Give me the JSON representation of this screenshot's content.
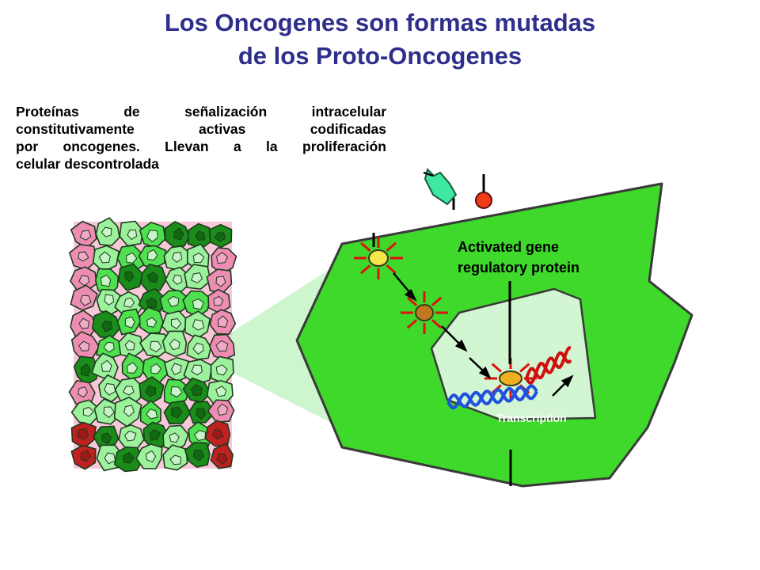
{
  "title": {
    "line1": "Los Oncogenes son formas mutadas",
    "line2": "de los Proto-Oncogenes"
  },
  "description": {
    "line1": "Proteínas de señalización intracelular",
    "line2": "constitutivamente activas codificadas",
    "line3": "por oncogenes. Llevan a la proliferación",
    "line4": "celular descontrolada"
  },
  "labels": {
    "activated_line1": "Activated gene",
    "activated_line2": "regulatory protein",
    "transcription": "Transcription"
  },
  "colors": {
    "title": "#2e2e8c",
    "cell_green": "#3ed92a",
    "nucleus": "#d2f5d2",
    "light_cell": "#9cf29c",
    "dark_cell": "#1a8c1a",
    "pink_cell": "#ee8cb4",
    "red_cell": "#c02020",
    "receptor": "#3ee8a0",
    "yellow_protein": "#f5e64a",
    "brown_protein": "#c07820",
    "orange_protein": "#f0b020",
    "spikes": "#e01010",
    "dna_blue": "#2050e0",
    "dna_red": "#d01010"
  }
}
